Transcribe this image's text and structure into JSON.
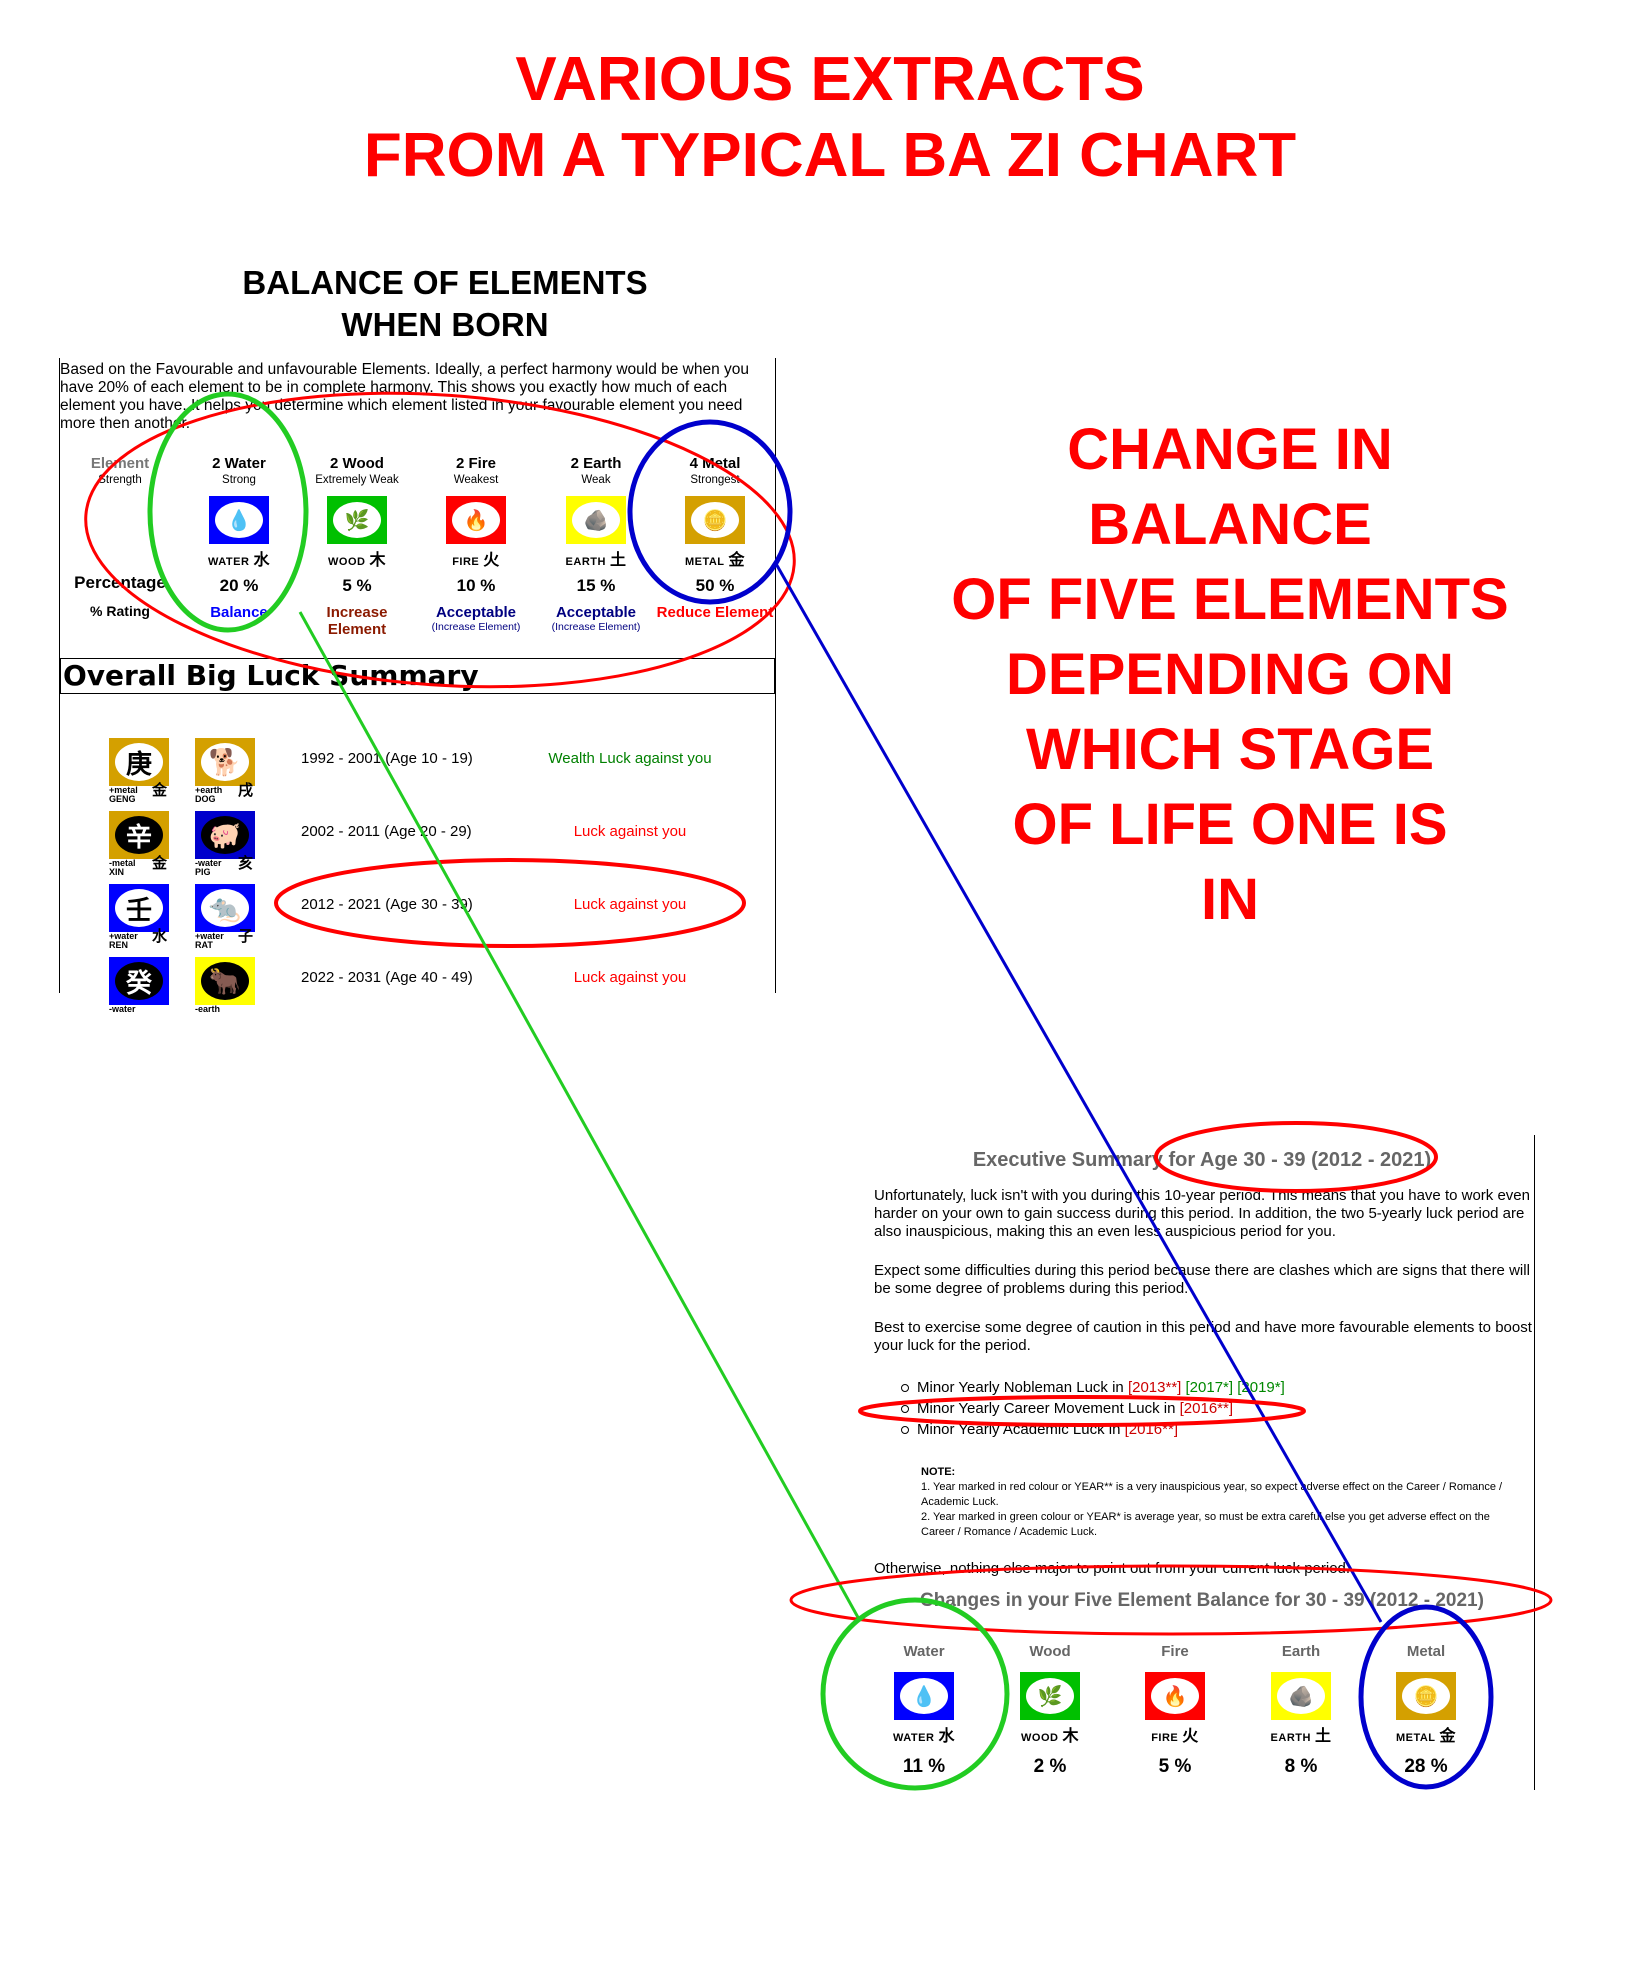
{
  "title": [
    "VARIOUS EXTRACTS",
    "FROM A TYPICAL BA ZI CHART"
  ],
  "born_title": [
    "BALANCE OF ELEMENTS",
    "WHEN BORN"
  ],
  "side_title": [
    "CHANGE IN",
    "BALANCE",
    "OF FIVE ELEMENTS",
    "DEPENDING ON",
    "WHICH STAGE",
    "OF LIFE ONE IS",
    "IN"
  ],
  "balance": {
    "description": "Based on the Favourable and unfavourable Elements. Ideally, a perfect harmony would be when you have 20% of each element to be in complete harmony. This shows you exactly how much of each element you have. It helps you determine which element listed in your favourable element you need more then another.",
    "header": {
      "name": "Element",
      "strength": "Strength",
      "percentage": "Percentage",
      "rating": "% Rating"
    },
    "elements": [
      {
        "name": "2 Water",
        "strength": "Strong",
        "caption": "WATER",
        "char": "水",
        "glyph": "💧",
        "color": "#0000ff",
        "percent": "20 %",
        "rating": "Balance",
        "rating_sub": "",
        "rating_color": "#0000ff"
      },
      {
        "name": "2 Wood",
        "strength": "Extremely Weak",
        "caption": "WOOD",
        "char": "木",
        "glyph": "🌿",
        "color": "#00c000",
        "percent": "5 %",
        "rating": "Increase Element",
        "rating_sub": "",
        "rating_color": "#8b1a00"
      },
      {
        "name": "2 Fire",
        "strength": "Weakest",
        "caption": "FIRE",
        "char": "火",
        "glyph": "🔥",
        "color": "#ff0000",
        "percent": "10 %",
        "rating": "Acceptable",
        "rating_sub": "(Increase Element)",
        "rating_color": "#000080"
      },
      {
        "name": "2 Earth",
        "strength": "Weak",
        "caption": "EARTH",
        "char": "土",
        "glyph": "🪨",
        "color": "#ffff00",
        "percent": "15 %",
        "rating": "Acceptable",
        "rating_sub": "(Increase Element)",
        "rating_color": "#000080"
      },
      {
        "name": "4 Metal",
        "strength": "Strongest",
        "caption": "METAL",
        "char": "金",
        "glyph": "🪙",
        "color": "#d4a000",
        "percent": "50 %",
        "rating": "Reduce Element",
        "rating_sub": "",
        "rating_color": "#ff0000"
      }
    ]
  },
  "luck": {
    "title": "Overall Big Luck Summary",
    "rows": [
      {
        "stem": {
          "char": "庚",
          "label": "+metal",
          "name": "GENG",
          "el": "金",
          "bg": "#d4a000",
          "oval": "#fff",
          "fg": "#000"
        },
        "branch": {
          "char": "🐕",
          "label": "+earth",
          "name": "DOG",
          "el": "戌",
          "bg": "#d4a000",
          "oval": "#fff"
        },
        "period": "1992 - 2001 (Age 10 - 19)",
        "result": "Wealth Luck against you",
        "color": "#008000"
      },
      {
        "stem": {
          "char": "辛",
          "label": "-metal",
          "name": "XIN",
          "el": "金",
          "bg": "#d4a000",
          "oval": "#000",
          "fg": "#fff"
        },
        "branch": {
          "char": "🐖",
          "label": "-water",
          "name": "PIG",
          "el": "亥",
          "bg": "#0000cc",
          "oval": "#000"
        },
        "period": "2002 - 2011 (Age 20 - 29)",
        "result": "Luck against you",
        "color": "#ff0000"
      },
      {
        "stem": {
          "char": "壬",
          "label": "+water",
          "name": "REN",
          "el": "水",
          "bg": "#0000ff",
          "oval": "#fff",
          "fg": "#000"
        },
        "branch": {
          "char": "🐀",
          "label": "+water",
          "name": "RAT",
          "el": "子",
          "bg": "#0000ff",
          "oval": "#fff"
        },
        "period": "2012 - 2021 (Age 30 - 39)",
        "result": "Luck against you",
        "color": "#ff0000"
      },
      {
        "stem": {
          "char": "癸",
          "label": "-water",
          "name": "",
          "el": "",
          "bg": "#0000ff",
          "oval": "#000",
          "fg": "#fff"
        },
        "branch": {
          "char": "🐂",
          "label": "-earth",
          "name": "",
          "el": "",
          "bg": "#ffff00",
          "oval": "#000"
        },
        "period": "2022 - 2031 (Age 40 - 49)",
        "result": "Luck against you",
        "color": "#ff0000"
      }
    ]
  },
  "executive": {
    "title": "Executive Summary for Age 30 - 39 (2012 - 2021)",
    "paragraphs": [
      "Unfortunately, luck isn't with you during this 10-year period. This means that you have to work even harder on your own to gain success during this period. In addition, the two 5-yearly luck period are also inauspicious, making this an even less auspicious period for you.",
      "Expect some difficulties during this period because there are clashes which are signs that there will be some degree of problems during this period.",
      "Best to exercise some degree of caution in this period and have more favourable elements to boost your luck for the period."
    ],
    "minor": [
      {
        "label": "Minor Yearly Nobleman Luck in ",
        "years": [
          {
            "t": "[2013**]",
            "c": "red"
          },
          {
            "t": " [2017*]",
            "c": "green"
          },
          {
            "t": " [2019*]",
            "c": "green"
          }
        ]
      },
      {
        "label": "Minor Yearly Career Movement Luck in ",
        "years": [
          {
            "t": "[2016**]",
            "c": "red"
          }
        ]
      },
      {
        "label": "Minor Yearly Academic Luck in ",
        "years": [
          {
            "t": "[2016**]",
            "c": "red"
          }
        ]
      }
    ],
    "note_title": "NOTE:",
    "notes": [
      "1. Year marked in red colour or YEAR** is a very inauspicious year, so expect adverse effect on the Career / Romance / Academic Luck.",
      "2. Year marked in green colour or YEAR* is average year, so must be extra careful else you get adverse effect on the Career / Romance / Academic Luck."
    ],
    "otherwise": "Otherwise, nothing else major to point out from your current luck period.",
    "changes_title": "Changes in your Five Element Balance for 30 - 39 (2012 - 2021)",
    "changes": [
      {
        "name": "Water",
        "caption": "WATER",
        "char": "水",
        "glyph": "💧",
        "color": "#0000ff",
        "percent": "11 %"
      },
      {
        "name": "Wood",
        "caption": "WOOD",
        "char": "木",
        "glyph": "🌿",
        "color": "#00c000",
        "percent": "2 %"
      },
      {
        "name": "Fire",
        "caption": "FIRE",
        "char": "火",
        "glyph": "🔥",
        "color": "#ff0000",
        "percent": "5 %"
      },
      {
        "name": "Earth",
        "caption": "EARTH",
        "char": "土",
        "glyph": "🪨",
        "color": "#ffff00",
        "percent": "8 %"
      },
      {
        "name": "Metal",
        "caption": "METAL",
        "char": "金",
        "glyph": "🪙",
        "color": "#d4a000",
        "percent": "28 %"
      }
    ]
  }
}
